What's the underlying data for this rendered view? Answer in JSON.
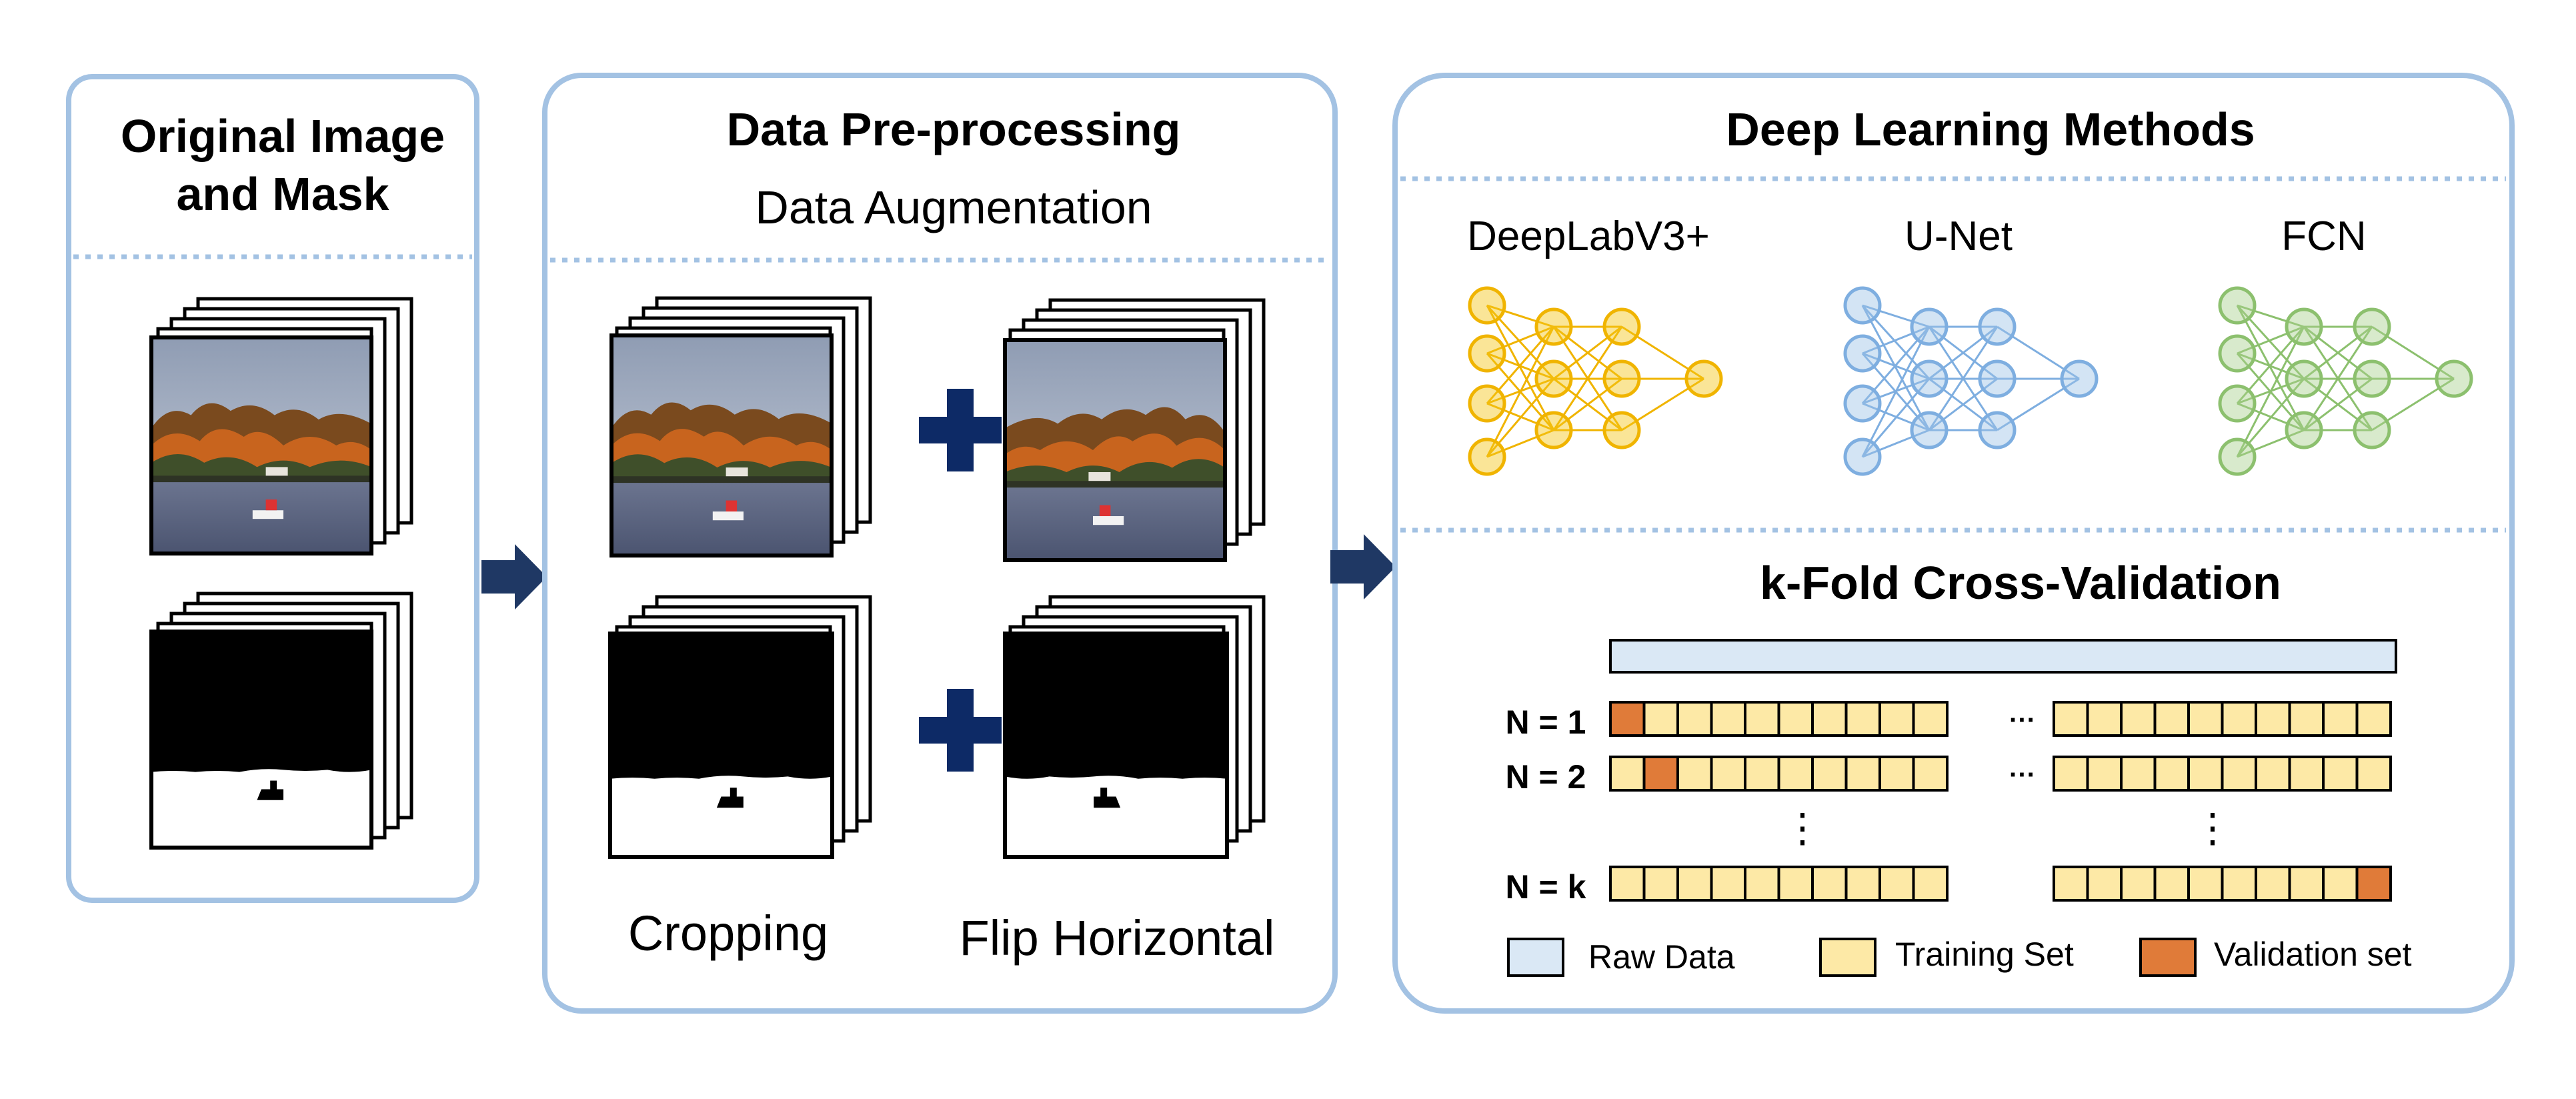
{
  "panels": {
    "original": {
      "title_line1": "Original Image",
      "title_line2": "and Mask"
    },
    "preprocessing": {
      "title": "Data Pre-processing",
      "subtitle": "Data Augmentation",
      "caption_left": "Cropping",
      "caption_right": "Flip Horizontal"
    },
    "deep_learning": {
      "title": "Deep Learning Methods",
      "models": [
        "DeepLabV3+",
        "U-Net",
        "FCN"
      ],
      "cv_title": "k-Fold Cross-Validation",
      "rows": [
        {
          "label": "N = 1",
          "validation_index": 0
        },
        {
          "label": "N = 2",
          "validation_index": 1
        },
        {
          "label": "N = k",
          "validation_index": 19
        }
      ],
      "ellipsis_h": "···",
      "ellipsis_v": "⋮",
      "legend": [
        "Raw Data",
        "Training Set",
        "Validation set"
      ]
    }
  },
  "colors": {
    "panel_border": "#a3c2e3",
    "arrow": "#1f3864",
    "plus": "#0d2a66",
    "deeplab": "#f5c518",
    "unet": "#9dc3e6",
    "fcn": "#a9d18e",
    "raw": "#dae8f5",
    "train": "#fde9a6",
    "validation": "#e07b39"
  }
}
